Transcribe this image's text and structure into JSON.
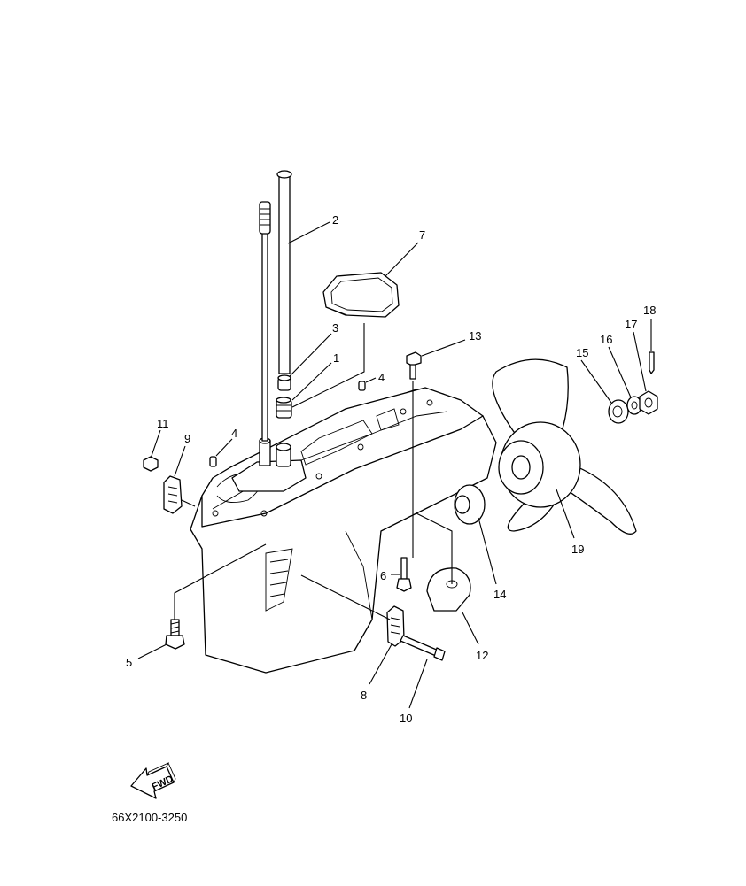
{
  "diagram": {
    "code": "66X2100-3250",
    "fwd_label": "FWD",
    "line_color": "#000000",
    "background": "#ffffff"
  },
  "callouts": {
    "c1": "1",
    "c2": "2",
    "c3": "3",
    "c4a": "4",
    "c4b": "4",
    "c5": "5",
    "c6": "6",
    "c7": "7",
    "c8": "8",
    "c9": "9",
    "c10": "10",
    "c11": "11",
    "c12": "12",
    "c13": "13",
    "c14": "14",
    "c15": "15",
    "c16": "16",
    "c17": "17",
    "c18": "18",
    "c19": "19"
  }
}
